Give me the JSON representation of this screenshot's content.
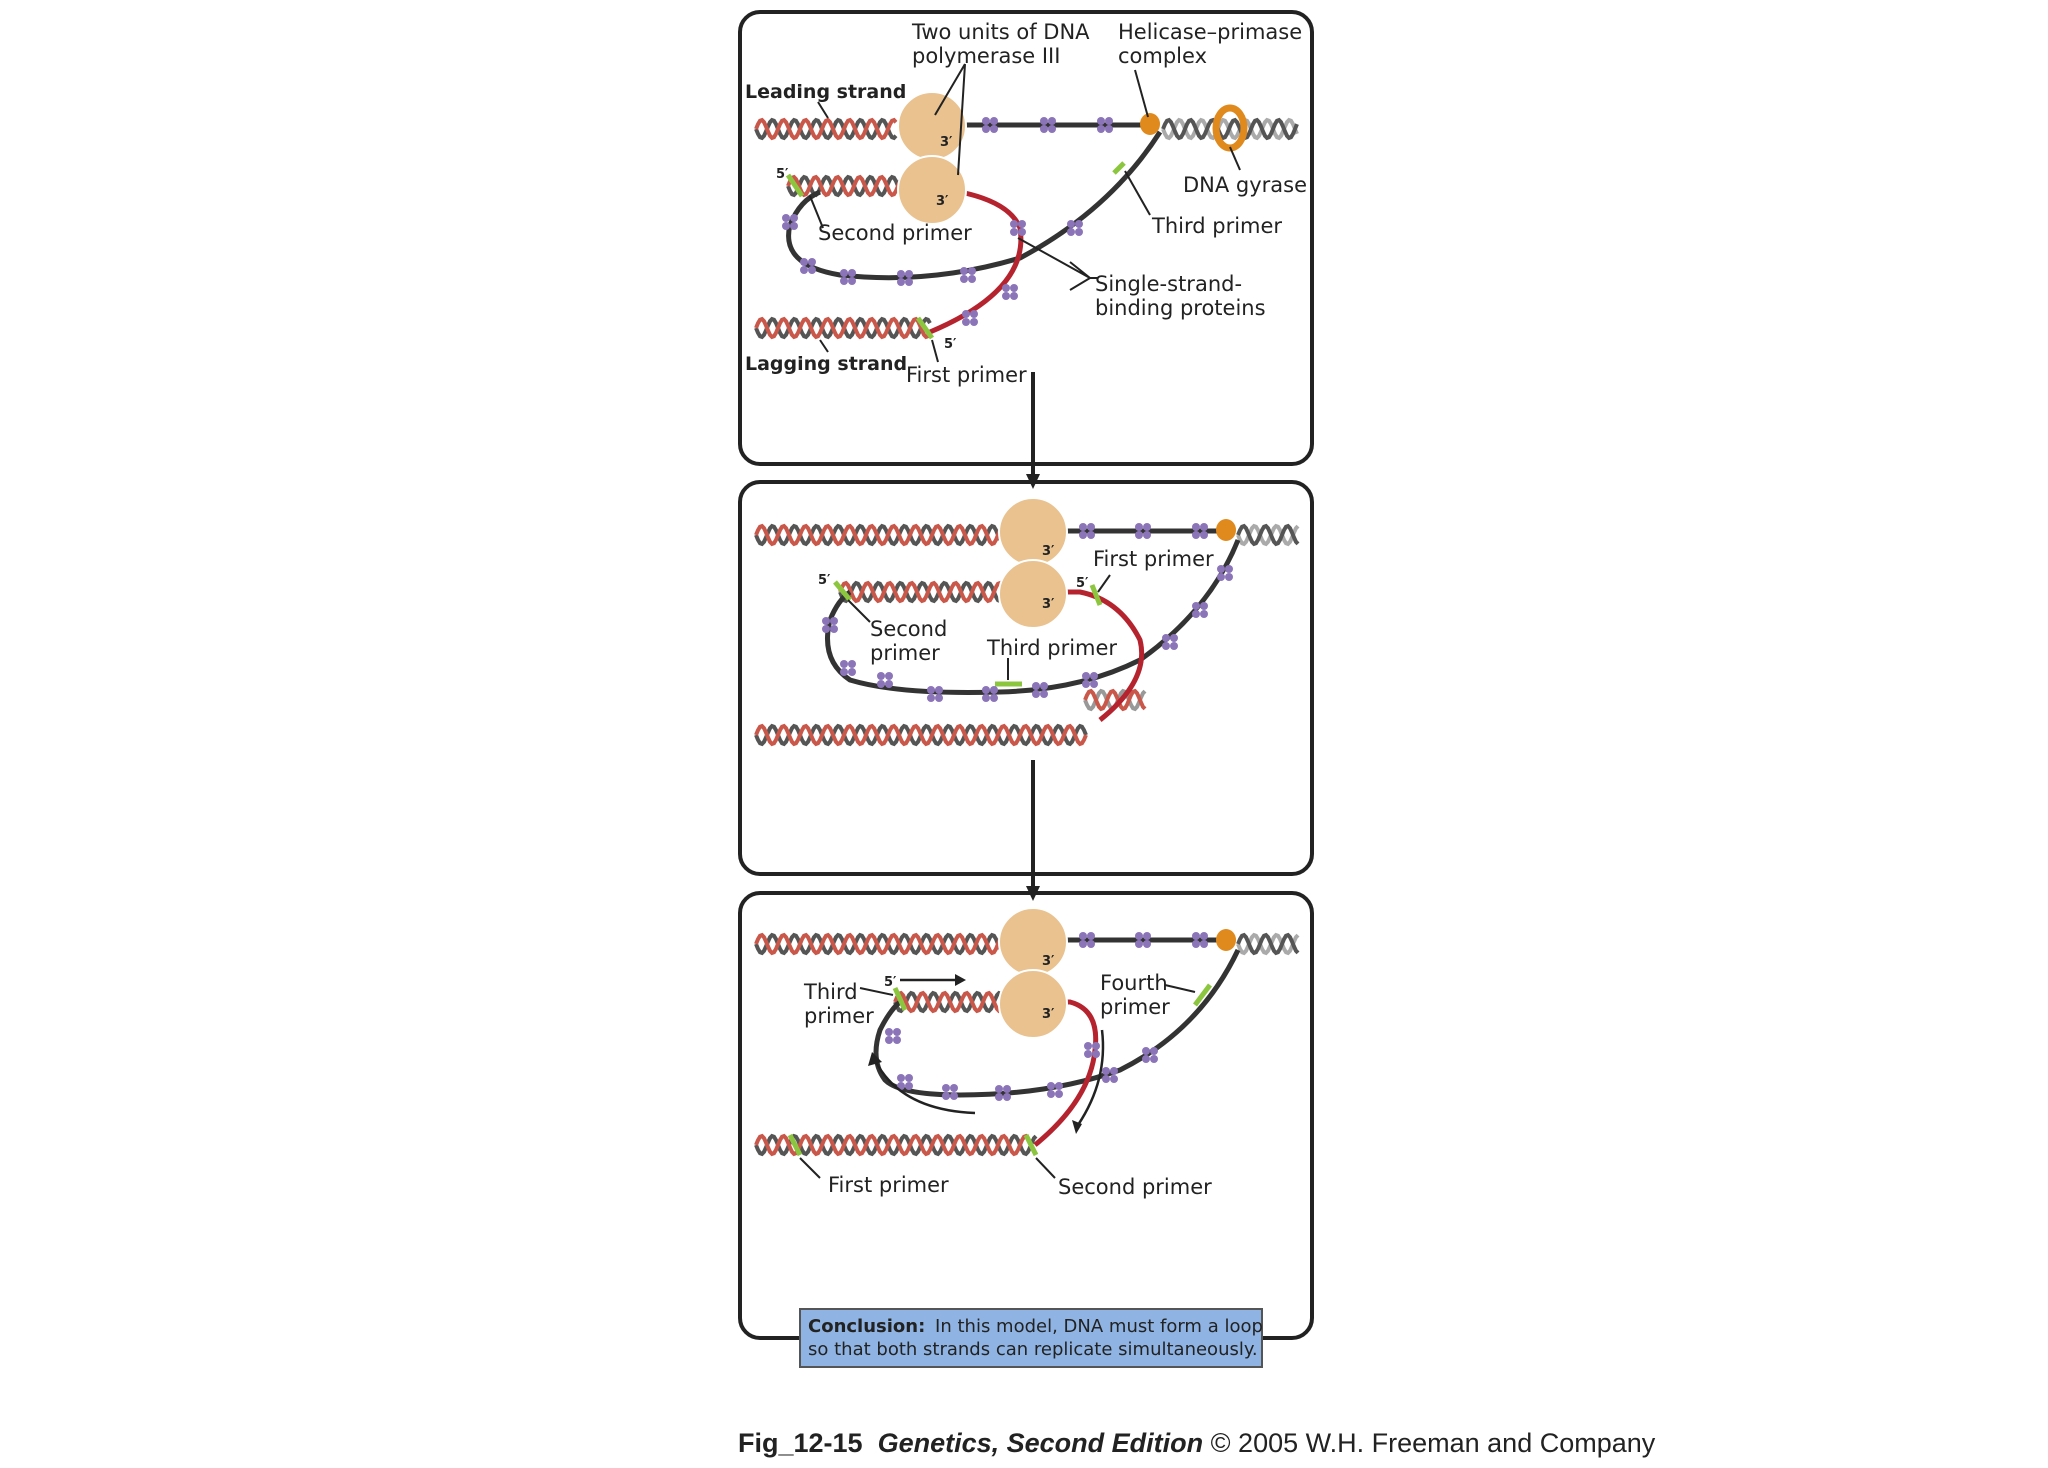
{
  "panel1": {
    "pol_label_1": "Two units of DNA",
    "pol_label_2": "polymerase III",
    "helicase_label_1": "Helicase–primase",
    "helicase_label_2": "complex",
    "leading_strand": "Leading strand",
    "lagging_strand": "Lagging strand",
    "dna_gyrase": "DNA gyrase",
    "second_primer": "Second primer",
    "third_primer": "Third primer",
    "ssb_label_1": "Single-strand-",
    "ssb_label_2": "binding proteins",
    "first_primer": "First primer",
    "five_prime": "5′",
    "three_prime": "3′"
  },
  "panel2": {
    "first_primer": "First primer",
    "second_primer_1": "Second",
    "second_primer_2": "primer",
    "third_primer": "Third primer",
    "five_prime": "5′",
    "three_prime": "3′"
  },
  "panel3": {
    "third_primer_1": "Third",
    "third_primer_2": "primer",
    "fourth_primer_1": "Fourth",
    "fourth_primer_2": "primer",
    "first_primer": "First primer",
    "second_primer": "Second primer",
    "five_prime": "5′",
    "three_prime": "3′"
  },
  "conclusion": {
    "heading": "Conclusion:",
    "line1": "In this model, DNA must form a loop",
    "line2": "so that both strands can replicate simultaneously."
  },
  "caption": {
    "fig": "Fig_12-15",
    "book": "Genetics, Second Edition",
    "copyright": "© 2005 W.H. Freeman and Company"
  },
  "colors": {
    "parental_strand": "#3a3a3a",
    "new_strand": "#b5242e",
    "primer": "#8cc63f",
    "polymerase": "#e9c28f",
    "helicase": "#e08a1e",
    "ssb": "#8b75b8",
    "conclusion_bg": "#8fb4e3"
  }
}
